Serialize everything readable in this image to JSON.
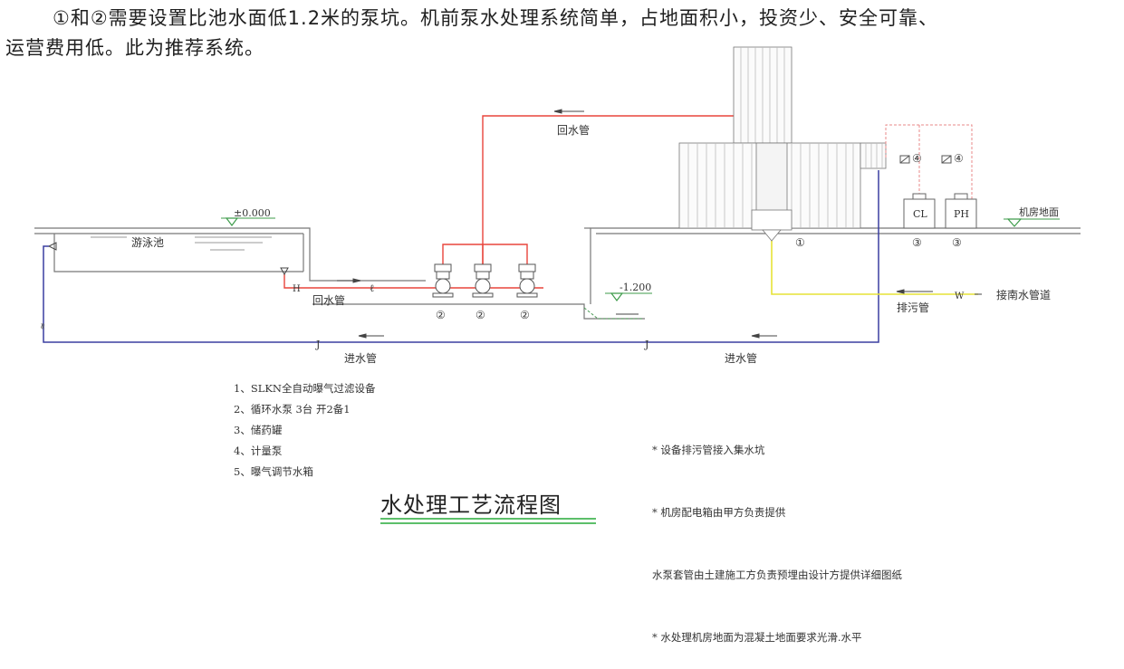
{
  "intro": {
    "line1": "①和②需要设置比池水面低1.2米的泵坑。机前泵水处理系统简单，占地面积小，投资少、安全可靠、",
    "line2": "运营费用低。此为推荐系统。"
  },
  "labels": {
    "return_pipe_top": "回水管",
    "return_pipe_bottom": "回水管",
    "pool": "游泳池",
    "level_zero": "±0.000",
    "level_pit": "-1.200",
    "room_floor": "机房地面",
    "inlet_pipe_left": "进水管",
    "inlet_pipe_right": "进水管",
    "drain_pipe": "排污管",
    "sewer": "接南水管道",
    "tank_cl": "CL",
    "tank_ph": "PH",
    "marker_1": "①",
    "marker_2a": "②",
    "marker_2b": "②",
    "marker_2c": "②",
    "marker_3a": "③",
    "marker_3b": "③",
    "marker_4a": "④",
    "marker_4b": "④",
    "code_j1": "J",
    "code_j2": "J",
    "code_w": "W",
    "code_h": "H"
  },
  "legend": [
    "1、SLKN全自动曝气过滤设备",
    "2、循环水泵 3台  开2备1",
    "3、储药罐",
    "4、计量泵",
    "5、曝气调节水箱"
  ],
  "notes": [
    "* 设备排污管接入集水坑",
    "* 机房配电箱由甲方负责提供",
    "  水泵套管由土建施工方负责预埋由设计方提供详细图纸",
    "* 水处理机房地面为混凝土地面要求光滑.水平"
  ],
  "title": "水处理工艺流程图",
  "colors": {
    "return_line": "#e8453c",
    "inlet_line": "#3a3fa0",
    "drain_line": "#e6e236",
    "dosing_line": "#e88a8a",
    "outline": "#666666",
    "title_underline": "#5cbf6a"
  }
}
